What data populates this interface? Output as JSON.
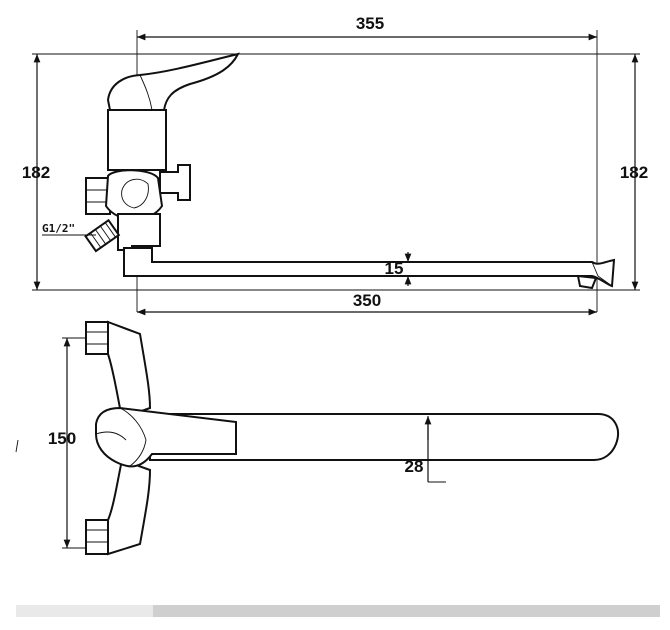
{
  "dimensions": {
    "top_width": "355",
    "left_height": "182",
    "right_height": "182",
    "spout_thickness": "15",
    "spout_length": "350",
    "thread": "G1/2\"",
    "inlet_spacing": "150",
    "plan_thickness": "28"
  }
}
